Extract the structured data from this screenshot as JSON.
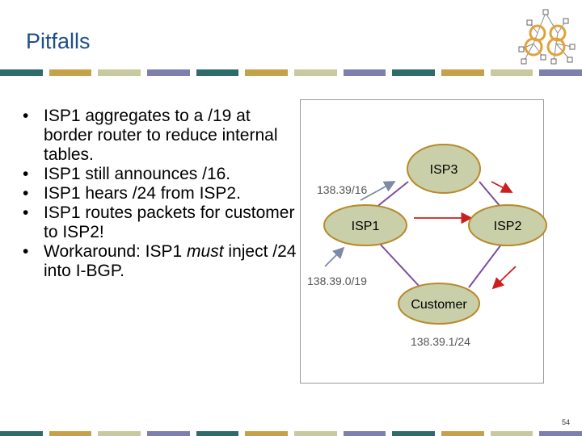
{
  "slide": {
    "title": "Pitfalls",
    "page_number": "54"
  },
  "bullets": [
    {
      "text": "ISP1 aggregates to a /19 at border router to reduce internal tables."
    },
    {
      "text": "ISP1 still announces /16."
    },
    {
      "text": "ISP1 hears /24 from ISP2."
    },
    {
      "text": "ISP1 routes packets for customer to ISP2!"
    },
    {
      "before": "Workaround: ISP1 ",
      "emph": "must",
      "after": " inject /24 into I-BGP."
    }
  ],
  "diagram": {
    "nodes": {
      "isp3": "ISP3",
      "isp1": "ISP1",
      "isp2": "ISP2",
      "customer": "Customer"
    },
    "labels": {
      "isp1_announce": "138.39/16",
      "isp1_aggregate": "138.39.0/19",
      "customer_prefix": "138.39.1/24"
    }
  },
  "colors": {
    "title": "#1f4e8c",
    "node_fill": "#c9cfa8",
    "node_stroke": "#b78a2a",
    "arrow_red": "#cc1f1f",
    "arrow_gray": "#7d8aa6",
    "stripe": [
      "#2e6b6b",
      "#c5a24a",
      "#c9c9a0",
      "#7d7faf"
    ]
  }
}
